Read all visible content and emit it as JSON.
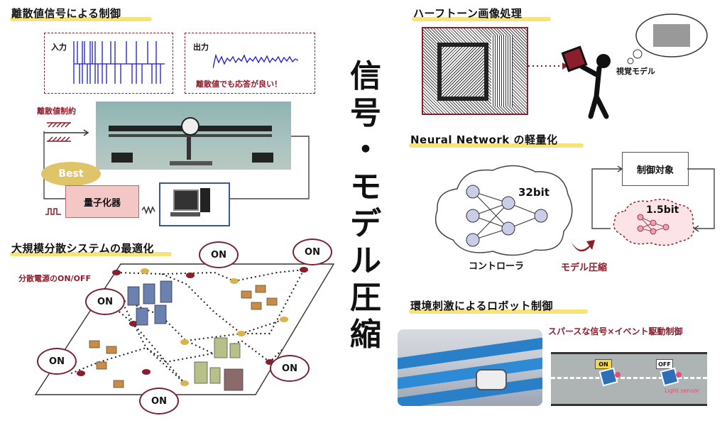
{
  "vertical_title": [
    "信",
    "号",
    "・",
    "モ",
    "デ",
    "ル",
    "圧",
    "縮"
  ],
  "sec1": {
    "title": "離散値信号による制御",
    "input_label": "入力",
    "output_label": "出力",
    "output_caption": "離散値でも応答が良い！",
    "constraint_label": "離散値制約",
    "best_label": "Best",
    "quantizer_label": "量子化器"
  },
  "sec2": {
    "title": "大規模分散システムの最適化",
    "subtitle": "分散電源のON/OFF",
    "on_label": "ON"
  },
  "sec3": {
    "title": "ハーフトーン画像処理",
    "visual_model": "視覚モデル"
  },
  "sec4": {
    "title": "Neural Network の軽量化",
    "bits_large": "32bit",
    "bits_small": "1.5bit",
    "controller": "コントローラ",
    "compression": "モデル圧縮",
    "plant": "制御対象"
  },
  "sec5": {
    "title": "環境刺激によるロボット制御",
    "sparse_caption": "スパースな信号×イベント駆動制御",
    "on_tag": "ON",
    "off_tag": "OFF",
    "sensor_label": "Light sensor"
  },
  "colors": {
    "accent": "#8c1d2b",
    "highlight": "#f5e06a",
    "best": "#e0c46a",
    "quantizer": "#f4c7c7"
  }
}
